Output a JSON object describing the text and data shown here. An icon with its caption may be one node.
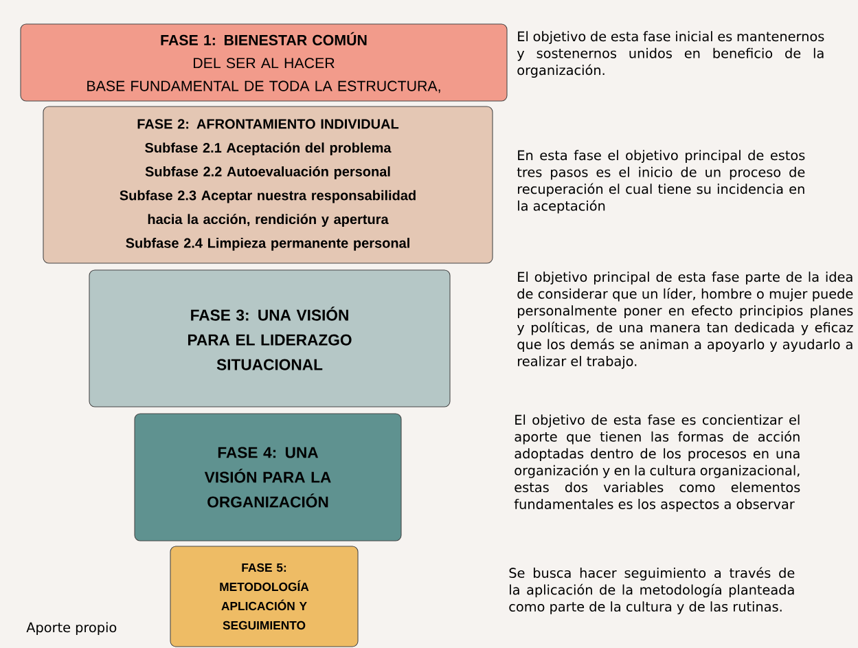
{
  "diagram": {
    "nodes": [
      {
        "text": [
          "FASE 1: BIENESTAR COMÚN",
          "DEL SER AL HACER",
          "BASE FUNDAMENTAL DE TODA LA ESTRUCTURA,"
        ],
        "beside": [
          "El objetivo de esta fase inicial es mantenernos y sostenernos unidos en beneficio de la organización."
        ]
      },
      {
        "text": [
          "FASE 2: AFRONTAMIENTO INDIVIDUAL",
          "Subfase 2.1 Aceptación del problema",
          "Subfase 2.2 Autoevaluación personal",
          "Subfase 2.3 Aceptar nuestra responsabilidad hacia la acción, rendición y apertura",
          "Subfase 2.4  Limpieza permanente personal"
        ],
        "beside": [
          "En esta fase el objetivo principal de estos tres pasos es el inicio de un proceso de recuperación el cual tiene su incidencia en la aceptación"
        ]
      },
      {
        "text": [
          "FASE 3: UNA VISIÓN PARA EL LIDERAZGO SITUACIONAL"
        ]
      },
      {
        "text": [
          "FASE 4: UNA VISIÓN PARA LA ORGANIZACIÓN"
        ]
      },
      {
        "text": [
          "FASE 5: METODOLOGÍA APLICACIÓN Y SEGUIMIENTO"
        ]
      }
    ],
    "labels": [
      "El objetivo principal de esta fase parte de la idea de considerar que un líder, hombre o mujer puede personalmente poner en efecto principios planes y políticas, de una manera tan dedicada y eficaz que los demás se animan a apoyarlo y ayudarlo a realizar el trabajo.",
      "El objetivo de esta fase es concientizar el aporte que tienen las formas de acción adoptadas dentro de los procesos en una organización y en la cultura organizacional, estas dos variables como elementos fundamentales es los aspectos a observar",
      "Se busca hacer seguimiento a través de la aplicación de la metodología planteada como parte de la cultura y de las rutinas.",
      "Aporte propio"
    ]
  }
}
